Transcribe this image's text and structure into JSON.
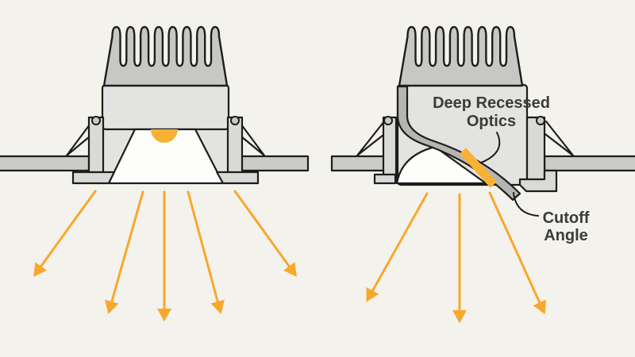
{
  "diagram": {
    "type": "recessed-downlight-optics-comparison",
    "background_color": "#f4f2ec",
    "outline_color": "#1d1d1b",
    "fixture_gray": "#c7c7c6",
    "housing_gray": "#e3e3e2",
    "section_gray": "#b5b5b4",
    "led_yellow": "#f8b233",
    "arrow_yellow": "#f7a82c",
    "left_panel": {
      "beam_arrow_count": 5
    },
    "right_panel": {
      "beam_arrow_count": 3,
      "label_optics_line1": "Deep Recessed",
      "label_optics_line2": "Optics",
      "label_cutoff_line1": "Cutoff",
      "label_cutoff_line2": "Angle"
    }
  }
}
